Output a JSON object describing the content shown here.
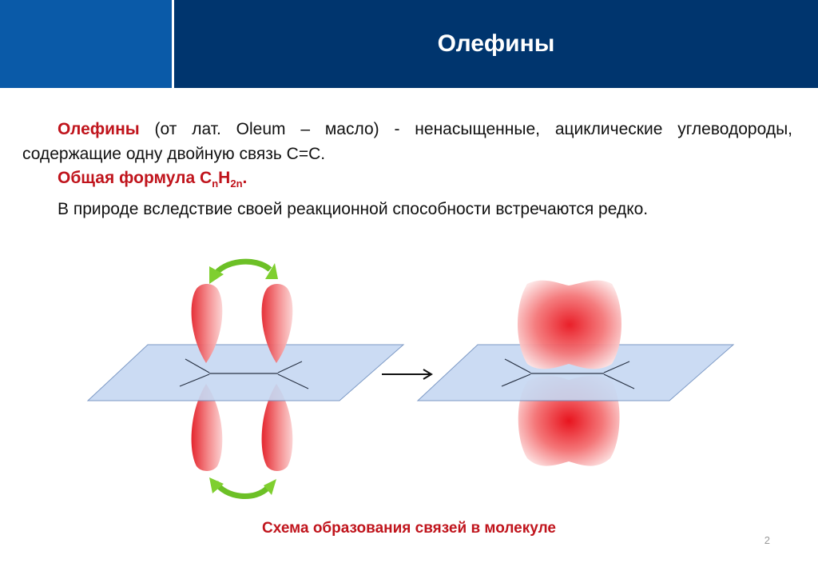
{
  "header": {
    "title": "Олефины"
  },
  "definition": {
    "term": "Олефины",
    "text": " (от лат.  Oleum – масло) - ненасыщенные, ациклические углеводороды, содержащие одну двойную связь С=С."
  },
  "formula": {
    "label": "Общая формула C",
    "sub1": "n",
    "mid": "H",
    "sub2": "2n",
    "end": "."
  },
  "nature": {
    "text": "В природе вследствие своей реакционной способности встречаются редко."
  },
  "diagram": {
    "caption": "Схема образования связей в молекуле"
  },
  "page_number": "2",
  "colors": {
    "header_left": "#0a5aa8",
    "header_right": "#00356e",
    "accent_red": "#c0141c",
    "plane": "#c6d8f2",
    "arrow_green": "#7fcf2f"
  }
}
